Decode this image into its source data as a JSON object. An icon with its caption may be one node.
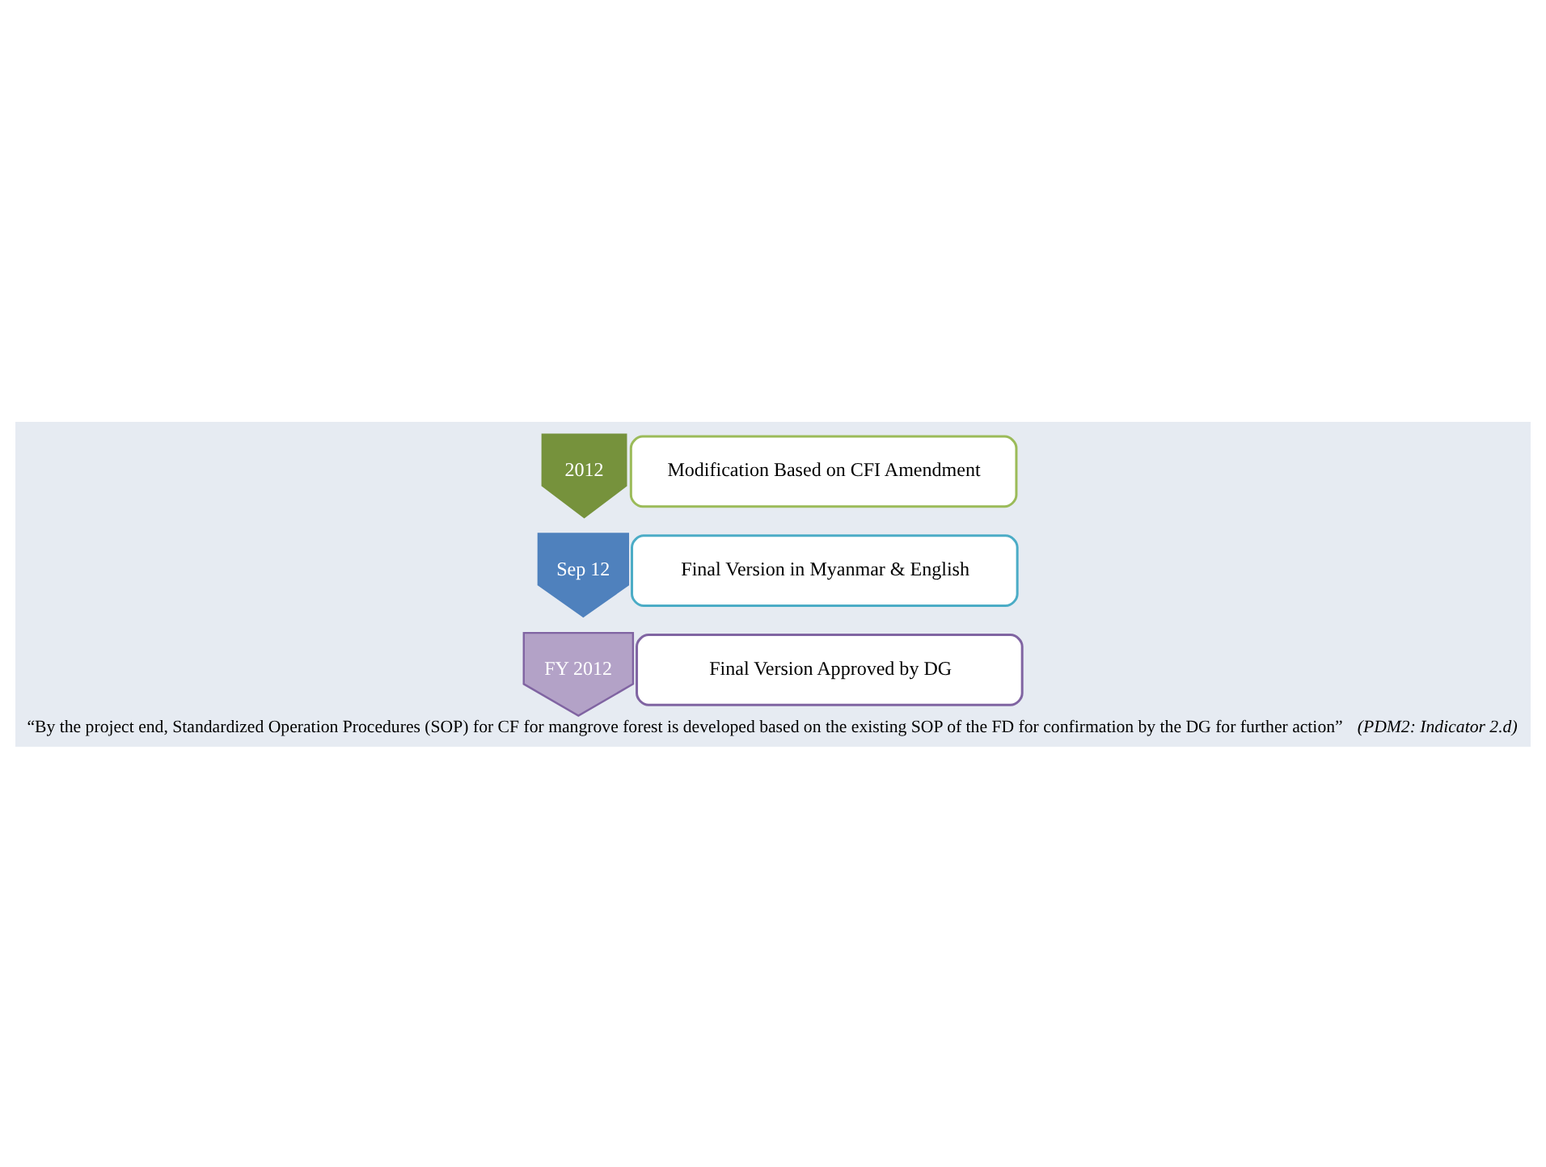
{
  "diagram": {
    "caption": "“By the project end, Standardized Operation Procedures (SOP) for CF for mangrove forest is developed based on the existing SOP of the FD for confirmation by the DG for further action” *(PDM2: Indicator 2.d)*",
    "nodes": [
      {
        "text": [
          "2012"
        ]
      },
      {
        "text": [
          "Modification Based on CFI Amendment"
        ]
      },
      {
        "text": [
          "Sep 12"
        ]
      },
      {
        "text": [
          "Final Version in Myanmar & English"
        ]
      },
      {
        "text": [
          "FY 2012"
        ]
      },
      {
        "text": [
          "Final Version Approved by DG"
        ]
      }
    ],
    "edges": []
  }
}
